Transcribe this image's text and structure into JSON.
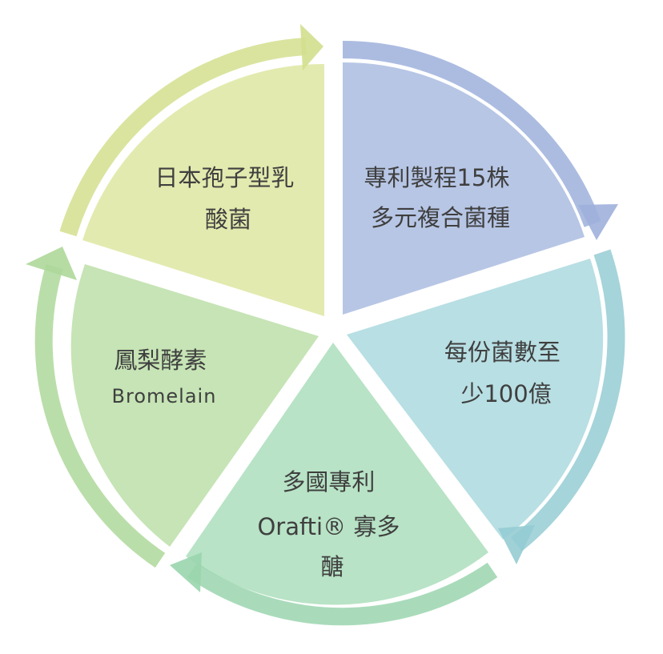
{
  "diagram": {
    "type": "cycle",
    "segments": [
      {
        "id": "probiotic-strains",
        "lines": [
          "專利製程15株",
          "多元複合菌種"
        ],
        "color": "#b3c3e4",
        "rim": "#9eb0dc"
      },
      {
        "id": "bacteria-count",
        "lines": [
          "每份菌數至",
          "少100億"
        ],
        "color": "#b4dde1",
        "rim": "#95ccd3"
      },
      {
        "id": "orafti-oligosaccharide",
        "lines": [
          "多國專利",
          "Orafti® 寡多",
          "醣"
        ],
        "color": "#b4e1c3",
        "rim": "#9ad5ae"
      },
      {
        "id": "bromelain",
        "lines": [
          "鳳梨酵素",
          "Bromelain"
        ],
        "color": "#c3e3b1",
        "rim": "#aed89a"
      },
      {
        "id": "spore-lactobacillus",
        "lines": [
          "日本孢子型乳",
          "酸菌"
        ],
        "color": "#e1e9ab",
        "rim": "#d3df8e"
      }
    ]
  }
}
